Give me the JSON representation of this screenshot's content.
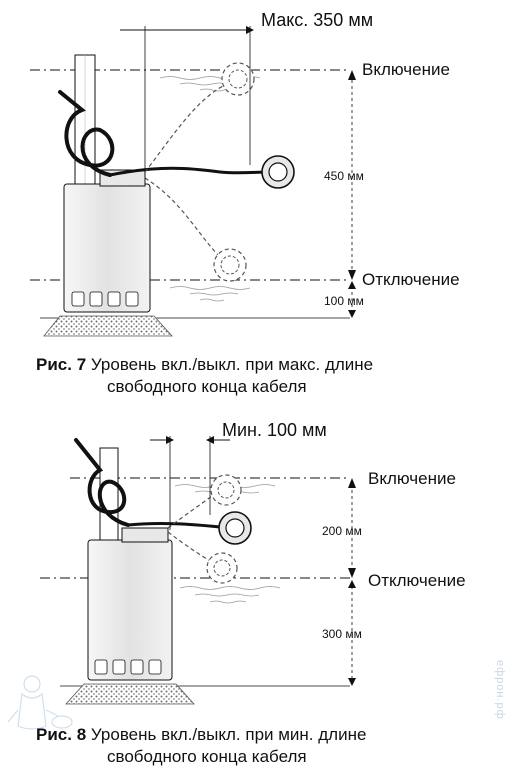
{
  "figure7": {
    "max_label": "Макс. 350 мм",
    "on_label": "Включение",
    "off_label": "Отключение",
    "range_label": "450 мм",
    "bottom_label": "100 мм",
    "caption_prefix": "Рис. 7",
    "caption_line1": " Уровень вкл./выкл. при макс. длине",
    "caption_line2": "свободного конца кабеля"
  },
  "figure8": {
    "min_label": "Мин. 100 мм",
    "on_label": "Включение",
    "off_label": "Отключение",
    "range_label": "200 мм",
    "bottom_label": "300 мм",
    "caption_prefix": "Рис. 8",
    "caption_line1": " Уровень вкл./выкл. при мин. длине",
    "caption_line2": "свободного конца кабеля"
  },
  "watermark": "ефрон.рф",
  "colors": {
    "line": "#111111",
    "water": "#9a9a9a",
    "base": "#7a7a7a",
    "watermark": "#c9d6e6"
  }
}
